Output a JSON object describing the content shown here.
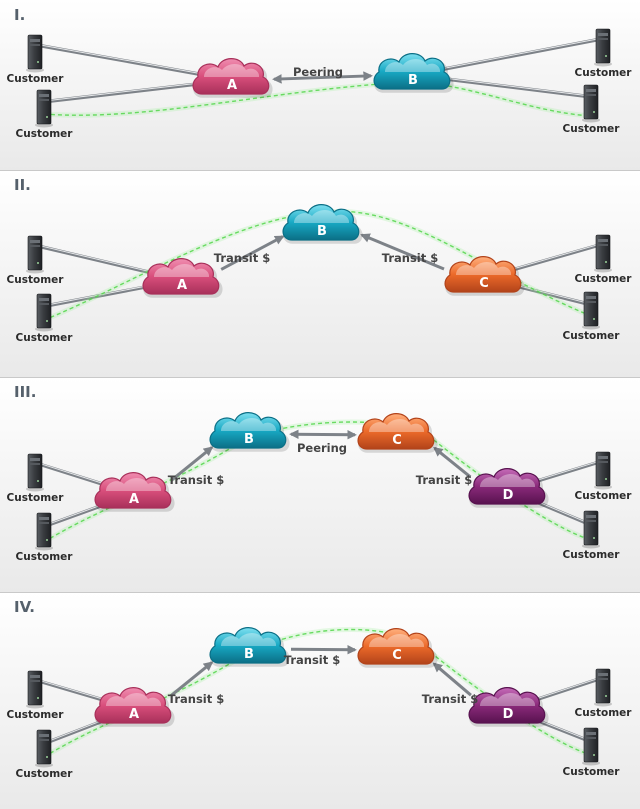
{
  "colors": {
    "pink": "#d94f7c",
    "cyan": "#18a9c4",
    "orange": "#ec6a2a",
    "purple": "#8a2a7a",
    "route_green": "#52d64a",
    "link_gray": "#7d8288"
  },
  "icons": {
    "customer": "server-tower-icon",
    "network": "cloud-icon",
    "route": "dashed-route-line"
  },
  "panels": [
    {
      "numeral": "I.",
      "customer_label": "Customer",
      "clouds": [
        {
          "letter": "A",
          "color": "pink"
        },
        {
          "letter": "B",
          "color": "cyan"
        }
      ],
      "edges": [
        {
          "from": "A",
          "to": "B",
          "label": "Peering",
          "type": "peering"
        }
      ]
    },
    {
      "numeral": "II.",
      "customer_label": "Customer",
      "clouds": [
        {
          "letter": "A",
          "color": "pink"
        },
        {
          "letter": "B",
          "color": "cyan"
        },
        {
          "letter": "C",
          "color": "orange"
        }
      ],
      "edges": [
        {
          "from": "A",
          "to": "B",
          "label": "Transit $",
          "type": "transit"
        },
        {
          "from": "C",
          "to": "B",
          "label": "Transit $",
          "type": "transit"
        }
      ]
    },
    {
      "numeral": "III.",
      "customer_label": "Customer",
      "clouds": [
        {
          "letter": "A",
          "color": "pink"
        },
        {
          "letter": "B",
          "color": "cyan"
        },
        {
          "letter": "C",
          "color": "orange"
        },
        {
          "letter": "D",
          "color": "purple"
        }
      ],
      "edges": [
        {
          "from": "A",
          "to": "B",
          "label": "Transit $",
          "type": "transit"
        },
        {
          "from": "B",
          "to": "C",
          "label": "Peering",
          "type": "peering"
        },
        {
          "from": "D",
          "to": "C",
          "label": "Transit $",
          "type": "transit"
        }
      ]
    },
    {
      "numeral": "IV.",
      "customer_label": "Customer",
      "clouds": [
        {
          "letter": "A",
          "color": "pink"
        },
        {
          "letter": "B",
          "color": "cyan"
        },
        {
          "letter": "C",
          "color": "orange"
        },
        {
          "letter": "D",
          "color": "purple"
        }
      ],
      "edges": [
        {
          "from": "A",
          "to": "B",
          "label": "Transit $",
          "type": "transit"
        },
        {
          "from": "B",
          "to": "C",
          "label": "Transit $",
          "type": "transit"
        },
        {
          "from": "D",
          "to": "C",
          "label": "Transit $",
          "type": "transit"
        }
      ]
    }
  ]
}
